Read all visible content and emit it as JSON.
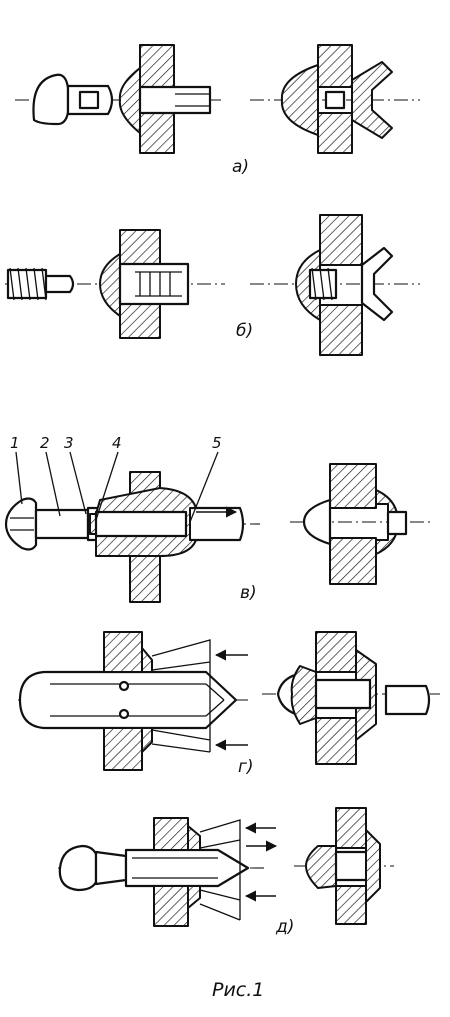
{
  "figure": {
    "caption": "Рис.1",
    "panels": [
      {
        "id": "a",
        "label": "а)"
      },
      {
        "id": "b",
        "label": "б)"
      },
      {
        "id": "v",
        "label": "в)",
        "callouts": [
          "1",
          "2",
          "3",
          "4",
          "5"
        ]
      },
      {
        "id": "g",
        "label": "г)"
      },
      {
        "id": "d",
        "label": "д)"
      }
    ]
  }
}
